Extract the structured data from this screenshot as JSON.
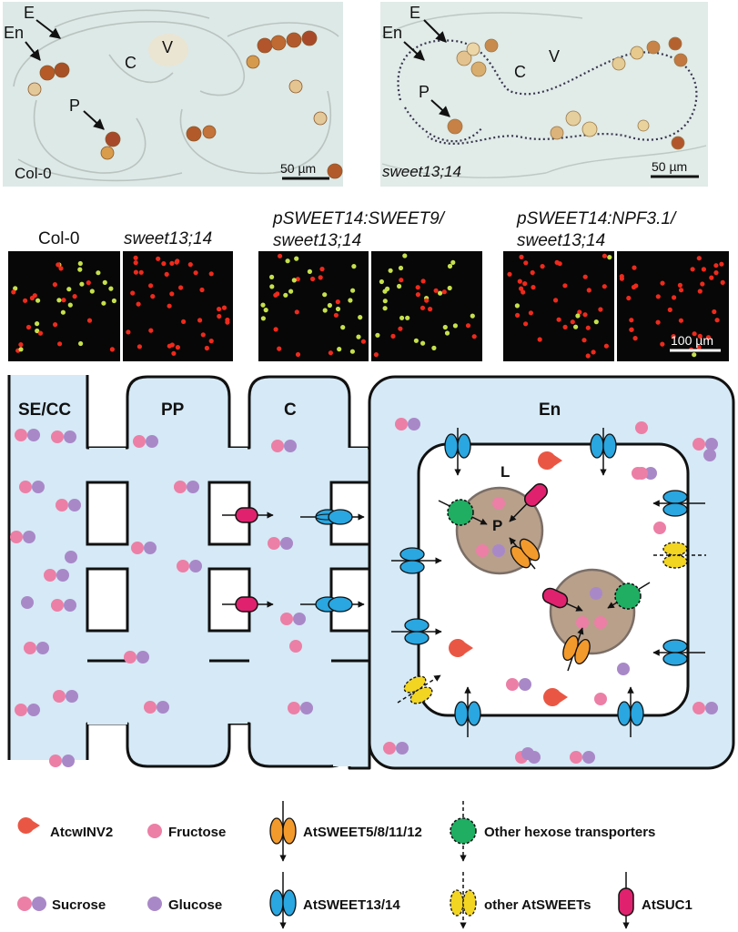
{
  "micrographs": {
    "left": {
      "labels": [
        "E",
        "En",
        "C",
        "V",
        "P"
      ],
      "genotype": "Col-0",
      "scale": "50 µm"
    },
    "right": {
      "labels": [
        "E",
        "En",
        "C",
        "V",
        "P"
      ],
      "genotype": "sweet13;14",
      "scale": "50 µm"
    }
  },
  "fluorescence": {
    "panels": [
      {
        "title": "Col-0"
      },
      {
        "title": "sweet13;14"
      },
      {
        "title_lines": [
          "pSWEET14:SWEET9/",
          "sweet13;14"
        ]
      },
      {
        "title_lines": [
          "pSWEET14:NPF3.1/",
          "sweet13;14"
        ]
      }
    ],
    "scale": "100 µm"
  },
  "diagram": {
    "cells": [
      "SE/CC",
      "PP",
      "C",
      "En"
    ],
    "inner_labels": {
      "L": "L",
      "P": "P"
    }
  },
  "legend": {
    "row1": [
      "AtcwINV2",
      "Fructose",
      "AtSWEET5/8/11/12",
      "Other hexose transporters"
    ],
    "row2": [
      "Sucrose",
      "Glucose",
      "AtSWEET13/14",
      "other AtSWEETs",
      "AtSUC1"
    ]
  },
  "colors": {
    "cell_fill": "#d5e9f6",
    "fructose": "#ec7fa6",
    "glucose": "#a988c8",
    "sweet1314": "#2aa6e0",
    "sweet5": "#f39a2c",
    "other_sweet": "#f2d422",
    "hexose": "#1fae62",
    "suc1": "#e0226e",
    "invertase": "#e95744",
    "plastid": "#b8a08b"
  }
}
